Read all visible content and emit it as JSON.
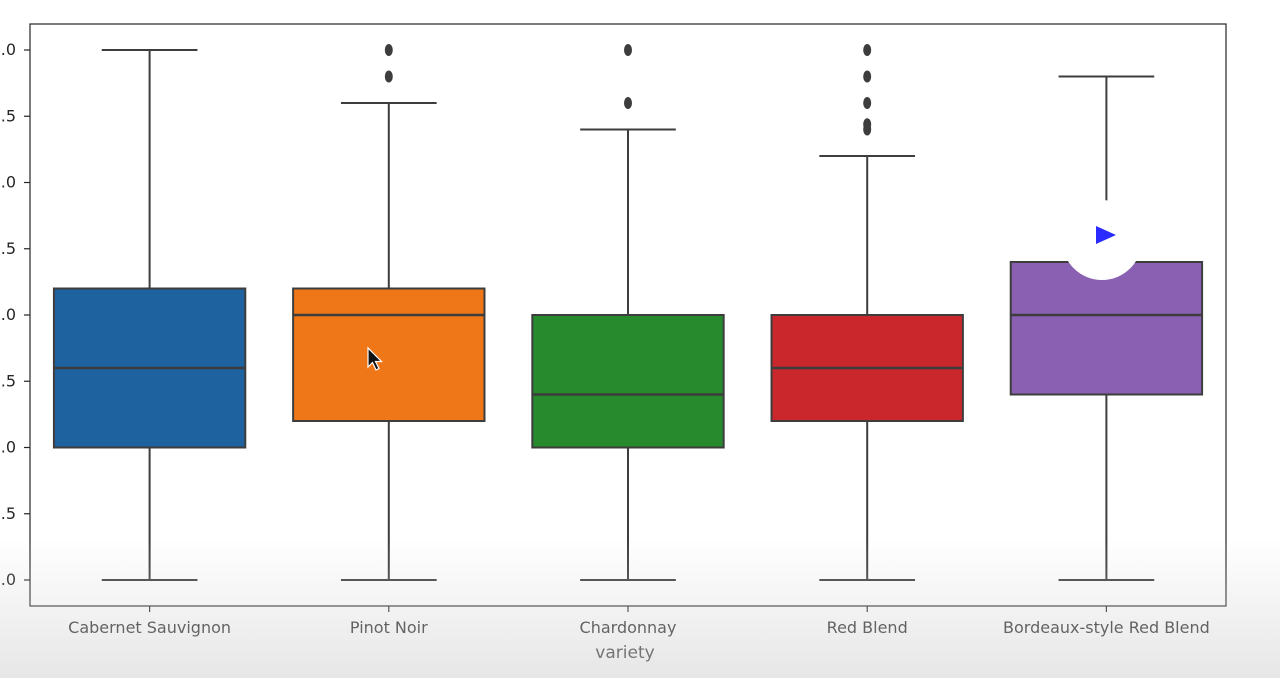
{
  "chart_data": {
    "type": "box",
    "xlabel": "variety",
    "ylabel": "",
    "categories": [
      "Cabernet Sauvignon",
      "Pinot Noir",
      "Chardonnay",
      "Red Blend",
      "Bordeaux-style Red Blend"
    ],
    "y_tick_labels": [
      ".0",
      ".5",
      ".0",
      ".5",
      ".0",
      ".5",
      ".0",
      ".5",
      ".0"
    ],
    "ylim": [
      0,
      10
    ],
    "grid": false,
    "boxes": [
      {
        "category": "Cabernet Sauvignon",
        "whisker_low": 0.0,
        "q1": 2.5,
        "median": 4.0,
        "q3": 5.5,
        "whisker_high": 10.0,
        "outliers": [],
        "color": "#1f62a0"
      },
      {
        "category": "Pinot Noir",
        "whisker_low": 0.0,
        "q1": 3.0,
        "median": 5.0,
        "q3": 5.5,
        "whisker_high": 9.0,
        "outliers": [
          9.5,
          10.0
        ],
        "color": "#ef7718"
      },
      {
        "category": "Chardonnay",
        "whisker_low": 0.0,
        "q1": 2.5,
        "median": 3.5,
        "q3": 5.0,
        "whisker_high": 8.5,
        "outliers": [
          9.0,
          10.0
        ],
        "color": "#278a2c"
      },
      {
        "category": "Red Blend",
        "whisker_low": 0.0,
        "q1": 3.0,
        "median": 4.0,
        "q3": 5.0,
        "whisker_high": 8.0,
        "outliers": [
          8.5,
          8.6,
          9.0,
          9.5,
          10.0
        ],
        "color": "#c9272c"
      },
      {
        "category": "Bordeaux-style Red Blend",
        "whisker_low": 0.0,
        "q1": 3.5,
        "median": 5.0,
        "q3": 6.0,
        "whisker_high": 9.5,
        "outliers": [],
        "color": "#8a60b3"
      }
    ]
  },
  "overlay": {
    "play_icon": "play-icon",
    "play_color": "#2b2bff",
    "cursor_icon": "mouse-pointer-icon"
  }
}
